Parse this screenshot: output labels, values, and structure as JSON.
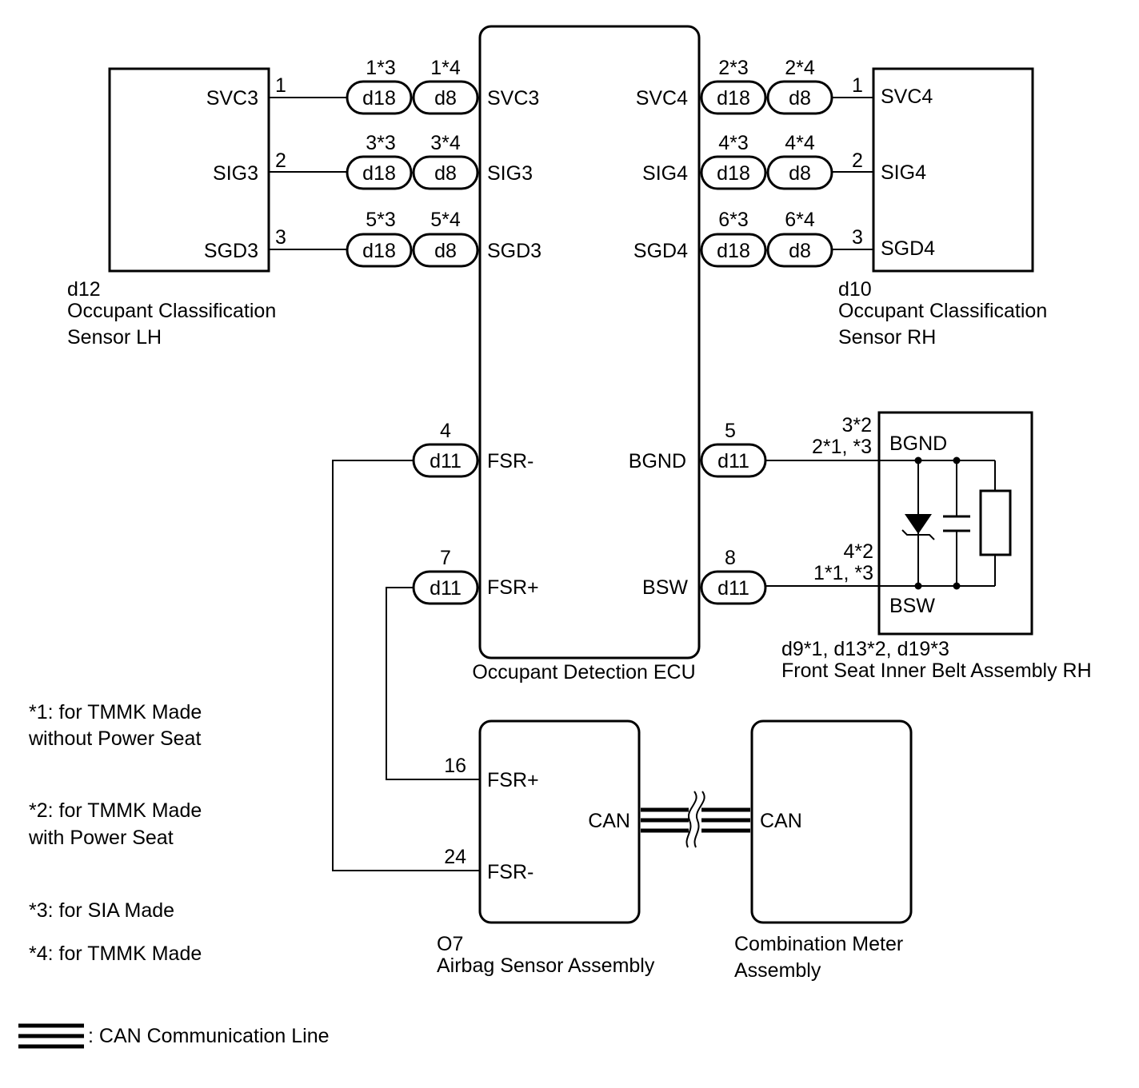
{
  "ecu": {
    "name": "Occupant Detection ECU",
    "pins": {
      "svc3": "SVC3",
      "sig3": "SIG3",
      "sgd3": "SGD3",
      "svc4": "SVC4",
      "sig4": "SIG4",
      "sgd4": "SGD4",
      "fsr_minus": "FSR-",
      "fsr_plus": "FSR+",
      "bgnd": "BGND",
      "bsw": "BSW"
    }
  },
  "sensor_lh": {
    "code": "d12",
    "name_line1": "Occupant Classification",
    "name_line2": "Sensor LH",
    "pins": [
      {
        "num": "1",
        "label": "SVC3"
      },
      {
        "num": "2",
        "label": "SIG3"
      },
      {
        "num": "3",
        "label": "SGD3"
      }
    ]
  },
  "sensor_rh": {
    "code": "d10",
    "name_line1": "Occupant Classification",
    "name_line2": "Sensor RH",
    "pins": [
      {
        "num": "1",
        "label": "SVC4"
      },
      {
        "num": "2",
        "label": "SIG4"
      },
      {
        "num": "3",
        "label": "SGD4"
      }
    ]
  },
  "left_connectors": [
    {
      "a_pin": "1*3",
      "a_code": "d18",
      "b_pin": "1*4",
      "b_code": "d8"
    },
    {
      "a_pin": "3*3",
      "a_code": "d18",
      "b_pin": "3*4",
      "b_code": "d8"
    },
    {
      "a_pin": "5*3",
      "a_code": "d18",
      "b_pin": "5*4",
      "b_code": "d8"
    }
  ],
  "right_connectors": [
    {
      "a_pin": "2*3",
      "a_code": "d18",
      "b_pin": "2*4",
      "b_code": "d8"
    },
    {
      "a_pin": "4*3",
      "a_code": "d18",
      "b_pin": "4*4",
      "b_code": "d8"
    },
    {
      "a_pin": "6*3",
      "a_code": "d18",
      "b_pin": "6*4",
      "b_code": "d8"
    }
  ],
  "d11_connectors": {
    "fsr_minus": {
      "pin": "4",
      "code": "d11"
    },
    "fsr_plus": {
      "pin": "7",
      "code": "d11"
    },
    "bgnd": {
      "pin": "5",
      "code": "d11"
    },
    "bsw": {
      "pin": "8",
      "code": "d11"
    }
  },
  "belt": {
    "codes": "d9*1, d13*2, d19*3",
    "name": "Front Seat Inner Belt Assembly RH",
    "bgnd_label": "BGND",
    "bsw_label": "BSW",
    "bgnd_pin_a": "3*2",
    "bgnd_pin_b": "2*1, *3",
    "bsw_pin_a": "4*2",
    "bsw_pin_b": "1*1, *3"
  },
  "airbag": {
    "code": "O7",
    "name": "Airbag Sensor Assembly",
    "fsr_plus_pin": "16",
    "fsr_plus_label": "FSR+",
    "fsr_minus_pin": "24",
    "fsr_minus_label": "FSR-",
    "can_label": "CAN"
  },
  "meter": {
    "name_line1": "Combination Meter",
    "name_line2": "Assembly",
    "can_label": "CAN"
  },
  "notes": [
    {
      "line1": "*1: for TMMK Made",
      "line2": "without Power Seat"
    },
    {
      "line1": "*2: for TMMK Made",
      "line2": "with Power Seat"
    },
    {
      "line1": "*3: for SIA Made",
      "line2": ""
    },
    {
      "line1": "*4: for TMMK Made",
      "line2": ""
    }
  ],
  "legend": {
    "can_line": ": CAN Communication Line"
  }
}
